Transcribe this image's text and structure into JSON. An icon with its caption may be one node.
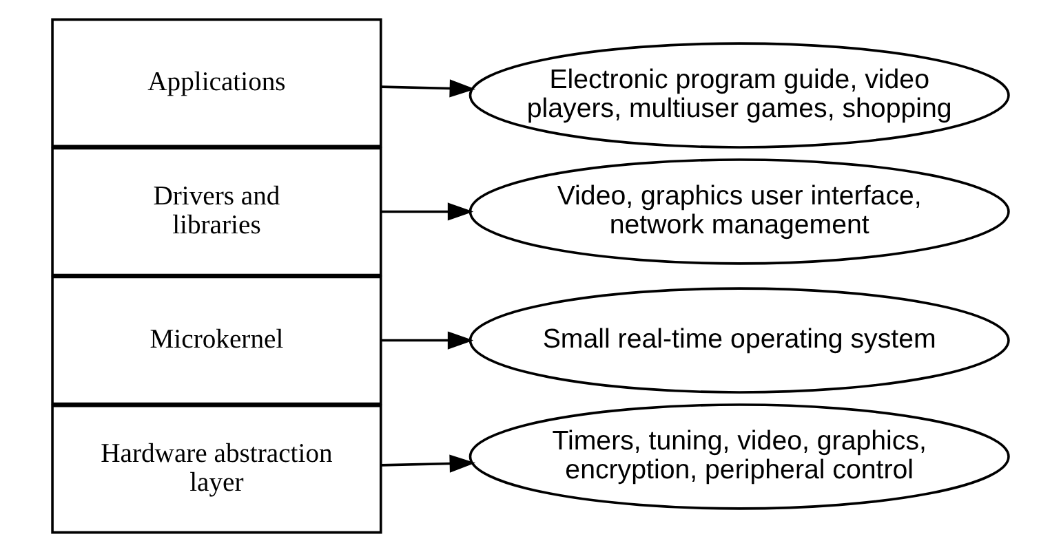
{
  "diagram": {
    "nodes": [
      {
        "text": [
          "Applications"
        ]
      },
      {
        "text": [
          "Drivers and libraries"
        ]
      },
      {
        "text": [
          "Microkernel"
        ]
      },
      {
        "text": [
          "Hardware abstraction layer"
        ]
      },
      {
        "text": [
          "Electronic program guide, video players, multiuser games, shopping"
        ]
      },
      {
        "text": [
          "Video, graphics user interface, network management"
        ]
      },
      {
        "text": [
          "Small real-time operating system"
        ]
      },
      {
        "text": [
          "Timers, tuning, video, graphics, encryption, peripheral control"
        ]
      }
    ],
    "edges": [
      {
        "from": 0,
        "to": 4,
        "arrow": "to"
      },
      {
        "from": 1,
        "to": 5,
        "arrow": "to"
      },
      {
        "from": 2,
        "to": 6,
        "arrow": "to"
      },
      {
        "from": 3,
        "to": 7,
        "arrow": "to"
      }
    ]
  }
}
